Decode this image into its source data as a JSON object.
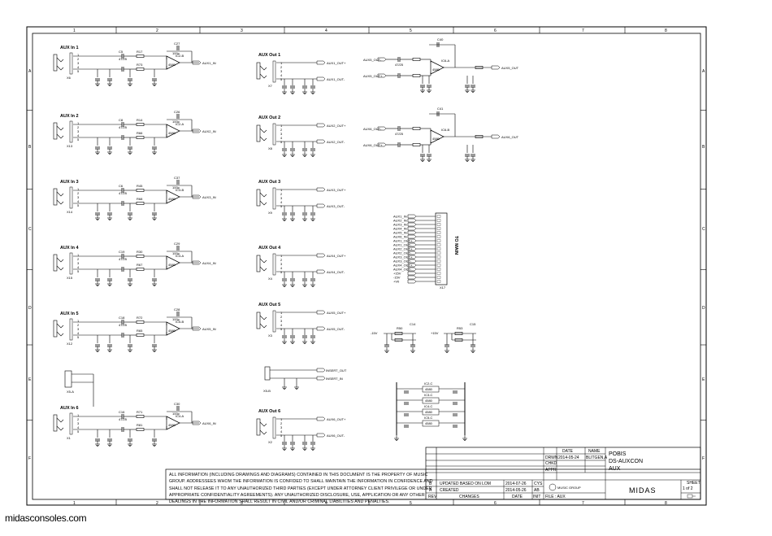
{
  "ruler": {
    "columns": [
      "1",
      "2",
      "3",
      "4",
      "5",
      "6",
      "7",
      "8"
    ],
    "rows": [
      "A",
      "B",
      "C",
      "D",
      "E",
      "F"
    ]
  },
  "inputs": [
    {
      "title": "AUX In 1",
      "jack": "X6",
      "ic": "IC2-B",
      "out": "AUX1_IN",
      "cap": "C5",
      "r1": "R17",
      "r2": "R73",
      "c2": "C27"
    },
    {
      "title": "AUX In 2",
      "jack": "X13",
      "ic": "IC2-A",
      "out": "AUX2_IN",
      "cap": "C8",
      "r1": "R14",
      "r2": "R66",
      "c2": "C26"
    },
    {
      "title": "AUX In 3",
      "jack": "X14",
      "ic": "IC3-B",
      "out": "AUX3_IN",
      "cap": "C6",
      "r1": "R45",
      "r2": "R68",
      "c2": "C37"
    },
    {
      "title": "AUX In 4",
      "jack": "X15",
      "ic": "IC3-A",
      "out": "AUX4_IN",
      "cap": "C19",
      "r1": "R30",
      "r2": "R67",
      "c2": "C29"
    },
    {
      "title": "AUX In 5",
      "jack": "X12",
      "ic": "IC5-B",
      "out": "AUX5_IN",
      "cap": "C18",
      "r1": "R72",
      "r2": "R65",
      "c2": "C28"
    },
    {
      "title": "AUX In 6",
      "jack": "X1",
      "ic": "IC4-A",
      "out": "AUX6_IN",
      "cap": "C16",
      "r1": "R71",
      "r2": "R81",
      "c2": "C30"
    }
  ],
  "outputs": [
    {
      "title": "AUX Out 1",
      "jack": "X7",
      "out_p": "AUX1_OUT+",
      "out_n": "AUX1_OUT-"
    },
    {
      "title": "AUX Out 2",
      "jack": "X8",
      "out_p": "AUX2_OUT+",
      "out_n": "AUX2_OUT-"
    },
    {
      "title": "AUX Out 3",
      "jack": "X9",
      "out_p": "AUX3_OUT+",
      "out_n": "AUX3_OUT-"
    },
    {
      "title": "AUX Out 4",
      "jack": "X4",
      "out_p": "AUX4_OUT+",
      "out_n": "AUX4_OUT-"
    },
    {
      "title": "AUX Out 5",
      "jack": "X3",
      "out_p": "AUX5_OUT+",
      "out_n": "AUX5_OUT-"
    },
    {
      "title": "AUX Out 6",
      "jack": "X2",
      "out_p": "AUX6_OUT+",
      "out_n": "AUX6_OUT-"
    }
  ],
  "insert": {
    "jack": "X5-A",
    "jack_b": "X5-B",
    "sig_p": "INSERT_OUT",
    "sig_n": "INSERT_IN"
  },
  "diff_amps": [
    {
      "ic": "IC6-A",
      "in_p": "AUX5_OUT+",
      "in_n": "AUX5_OUT-",
      "out": "AUX5_OUT",
      "fb": "C40"
    },
    {
      "ic": "IC6-B",
      "in_p": "AUX6_OUT+",
      "in_n": "AUX6_OUT-",
      "out": "AUX6_OUT",
      "fb": "C41"
    }
  ],
  "connector": {
    "ref": "X17",
    "label": "TO MAIN",
    "pins": [
      "AUX1_IN",
      "AUX2_IN",
      "AUX3_IN",
      "AUX4_IN",
      "AUX5_IN",
      "AUX6_IN",
      "AUX1_OUT+",
      "AUX1_OUT-",
      "AUX2_OUT+",
      "AUX2_OUT-",
      "AUX3_OUT+",
      "AUX3_OUT-",
      "AUX4_OUT+",
      "AUX4_OUT-"
    ],
    "power": [
      "+15V",
      "-15V",
      "+V0"
    ]
  },
  "power_blocks": [
    {
      "net": "-15V",
      "r": "R50",
      "c": "C14"
    },
    {
      "net": "+15V",
      "r": "R53",
      "c": "C15"
    }
  ],
  "ic_power": [
    "IC2-C",
    "IC3-C",
    "IC4-C",
    "IC5-C"
  ],
  "common": {
    "opamp": "4580",
    "cap_value": "47/25",
    "cap_small": "100p",
    "res_value": "22k",
    "cap_filter": "100n"
  },
  "notice": "ALL INFORMATION (INCLUDING DRAWINGS AND DIAGRAMS) CONTAINED IN THIS DOCUMENT IS THE PROPERTY OF MUSIC GROUP. ADDRESSEES WHOM THE INFORMATION IS CONFIDED TO SHALL MAINTAIN THE INFORMATION IN CONFIDENCE AND SHALL NOT RELEASE IT TO ANY UNAUTHORIZED THIRD PARTIES (EXCEPT UNDER ATTORNEY CLIENT PRIVILEGE OR UNDER APPROPRIATE CONFIDENTIALITY AGREEMENTS). ANY UNAUTHORIZED DISCLOSURE, USE, APPLICATION OR ANY OTHER DEALINGS IN THE INFORMATION SHALL RESULT IN CIVIL AND/OR CRIMINAL LIABILITIES AND PENALTIES.",
  "title_block": {
    "hdr_date": "DATE",
    "hdr_name": "NAME",
    "drwn_label": "DRWN",
    "drwn_date": "2014-05-24",
    "drwn_name": "BLITGEN,A",
    "chkd_label": "CHKD",
    "appr_label": "APPR",
    "project": "POBIS",
    "board": "DS-AUXCON",
    "sheet_name": "AUX",
    "rev_b": "B",
    "rev_b_text": "UPDATED BASED ON LOM",
    "rev_b_date": "2014-07-26",
    "rev_b_init": "CYS",
    "rev_a": "A",
    "rev_a_text": "CREATED",
    "rev_a_date": "2014-05-26",
    "rev_a_init": "AB",
    "col_rev": "REV",
    "col_changes": "CHANGES",
    "col_date": "DATE",
    "col_init": "INIT",
    "file_label": "FILE : AUX",
    "logo_text": "MUSIC GROUP",
    "brand": "MIDAS",
    "sheet_label": "SHEET",
    "sheet_value": "1 of 2"
  },
  "footer": "midasconsoles.com"
}
